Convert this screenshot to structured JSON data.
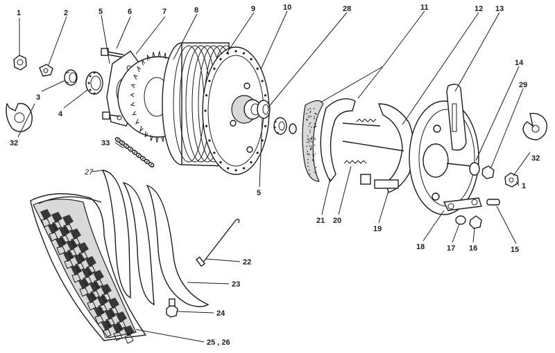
{
  "diagram": {
    "callouts": [
      {
        "id": "c1a",
        "text": "1"
      },
      {
        "id": "c2",
        "text": "2"
      },
      {
        "id": "c5a",
        "text": "5"
      },
      {
        "id": "c6",
        "text": "6"
      },
      {
        "id": "c7",
        "text": "7"
      },
      {
        "id": "c8",
        "text": "8"
      },
      {
        "id": "c9",
        "text": "9"
      },
      {
        "id": "c10",
        "text": "10"
      },
      {
        "id": "c28",
        "text": "28"
      },
      {
        "id": "c11",
        "text": "11"
      },
      {
        "id": "c12",
        "text": "12"
      },
      {
        "id": "c13",
        "text": "13"
      },
      {
        "id": "c14",
        "text": "14"
      },
      {
        "id": "c29",
        "text": "29"
      },
      {
        "id": "c3",
        "text": "3"
      },
      {
        "id": "c4",
        "text": "4"
      },
      {
        "id": "c32a",
        "text": "32"
      },
      {
        "id": "c33",
        "text": "33"
      },
      {
        "id": "c32b",
        "text": "32"
      },
      {
        "id": "c1b",
        "text": "1"
      },
      {
        "id": "c27",
        "text": "27"
      },
      {
        "id": "c5b",
        "text": "5"
      },
      {
        "id": "c21",
        "text": "21"
      },
      {
        "id": "c20",
        "text": "20"
      },
      {
        "id": "c19",
        "text": "19"
      },
      {
        "id": "c18",
        "text": "18"
      },
      {
        "id": "c17",
        "text": "17"
      },
      {
        "id": "c16",
        "text": "16"
      },
      {
        "id": "c15",
        "text": "15"
      },
      {
        "id": "c22",
        "text": "22"
      },
      {
        "id": "c23",
        "text": "23"
      },
      {
        "id": "c24",
        "text": "24"
      },
      {
        "id": "c2526",
        "text": "25 , 26"
      }
    ]
  }
}
